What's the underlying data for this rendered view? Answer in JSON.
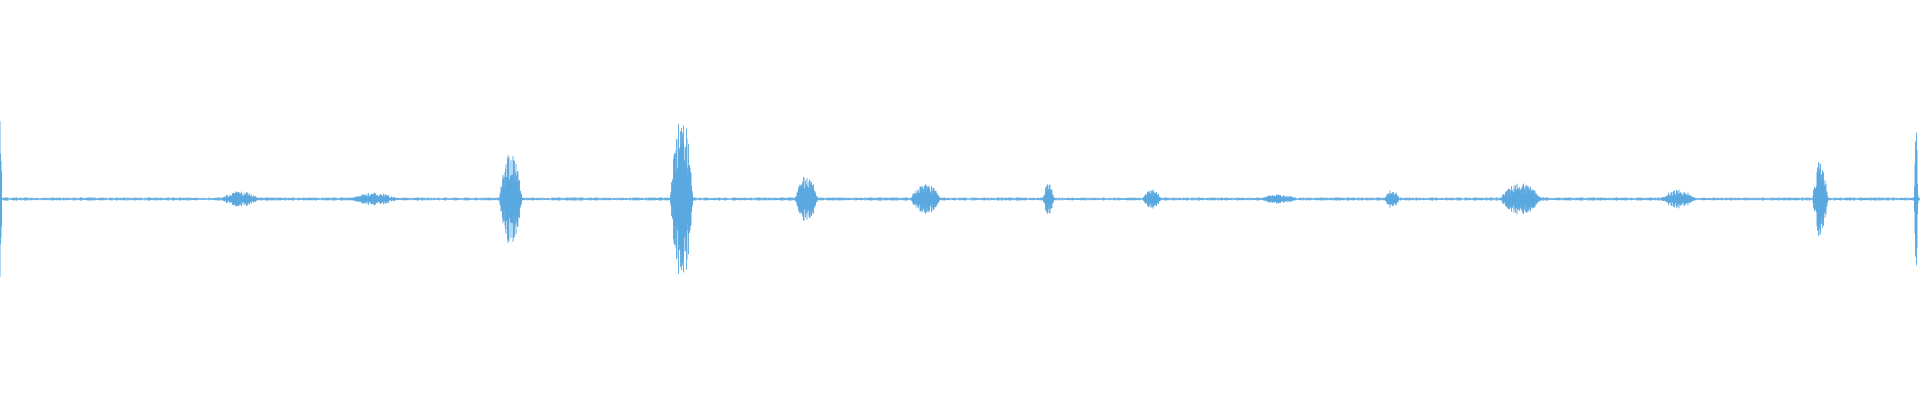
{
  "waveform": {
    "color": "#5aa8e0",
    "events": [
      {
        "position": 0.0,
        "amplitude": 0.1,
        "duration": 0.002
      },
      {
        "position": 0.125,
        "amplitude": 0.01,
        "duration": 0.02
      },
      {
        "position": 0.195,
        "amplitude": 0.008,
        "duration": 0.025
      },
      {
        "position": 0.266,
        "amplitude": 0.06,
        "duration": 0.012
      },
      {
        "position": 0.355,
        "amplitude": 0.11,
        "duration": 0.012
      },
      {
        "position": 0.42,
        "amplitude": 0.03,
        "duration": 0.012
      },
      {
        "position": 0.482,
        "amplitude": 0.02,
        "duration": 0.016
      },
      {
        "position": 0.546,
        "amplitude": 0.02,
        "duration": 0.006
      },
      {
        "position": 0.6,
        "amplitude": 0.012,
        "duration": 0.01
      },
      {
        "position": 0.666,
        "amplitude": 0.006,
        "duration": 0.02
      },
      {
        "position": 0.725,
        "amplitude": 0.012,
        "duration": 0.008
      },
      {
        "position": 0.792,
        "amplitude": 0.02,
        "duration": 0.022
      },
      {
        "position": 0.874,
        "amplitude": 0.012,
        "duration": 0.018
      },
      {
        "position": 0.948,
        "amplitude": 0.05,
        "duration": 0.008
      },
      {
        "position": 0.998,
        "amplitude": 0.09,
        "duration": 0.002
      }
    ]
  }
}
